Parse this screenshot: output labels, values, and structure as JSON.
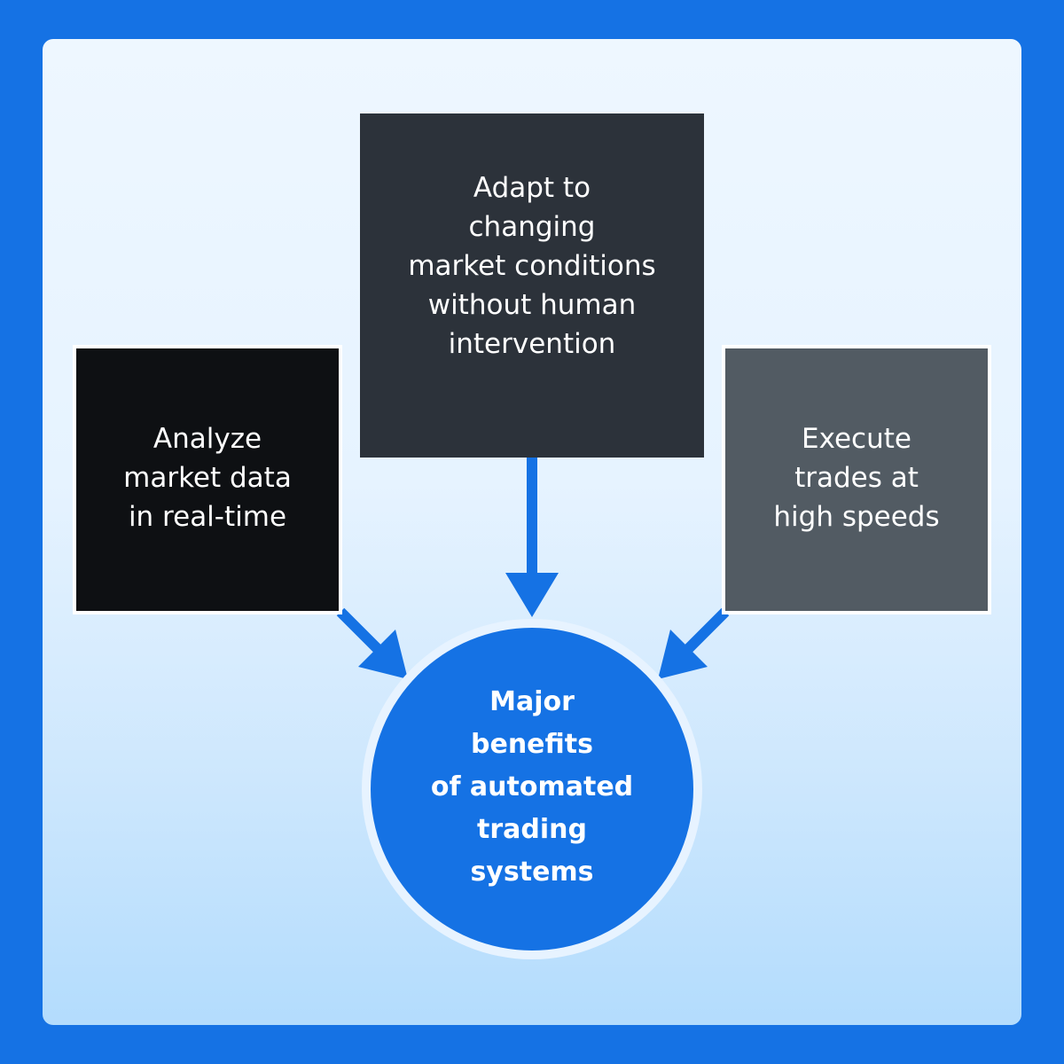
{
  "diagram": {
    "hub": {
      "text": "Major\nbenefits\nof automated\ntrading\nsystems"
    },
    "nodes": {
      "left": "Analyze\nmarket data\nin real-time",
      "center": "Adapt to\nchanging\nmarket conditions\nwithout human\nintervention",
      "right": "Execute\ntrades at\nhigh speeds"
    },
    "edges": [
      {
        "from": "left",
        "to": "hub"
      },
      {
        "from": "center",
        "to": "hub"
      },
      {
        "from": "right",
        "to": "hub"
      }
    ]
  },
  "colors": {
    "outer_border": "#1572e4",
    "accent_blue": "#1572e4",
    "box_left": "#0e1013",
    "box_center": "#2c323a",
    "box_right": "#525b63",
    "text": "#ffffff"
  }
}
